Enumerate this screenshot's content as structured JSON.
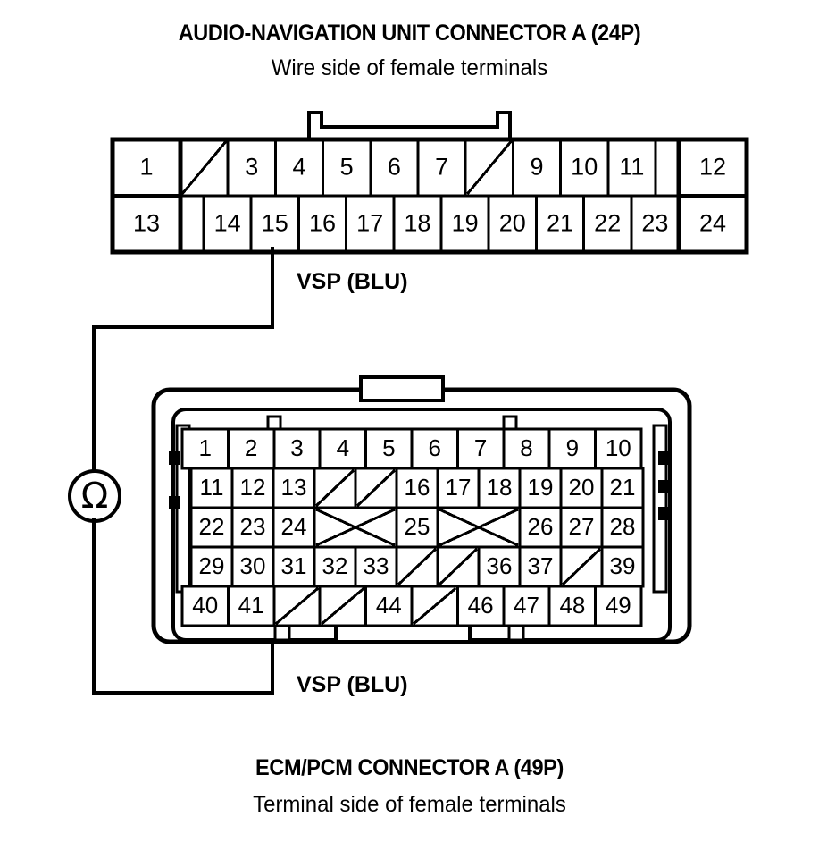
{
  "diagram": {
    "type": "automotive-wiring-connector-test",
    "measurement_device": "ohmmeter"
  },
  "top_connector": {
    "title": "AUDIO-NAVIGATION UNIT CONNECTOR A (24P)",
    "subtitle": "Wire side of female terminals",
    "pin_count": 24,
    "rows": [
      {
        "row": 1,
        "cells": [
          {
            "label": "1",
            "blank": false,
            "mark": "none",
            "wide": true
          },
          {
            "label": "",
            "blank": true,
            "mark": "slash"
          },
          {
            "label": "3",
            "blank": false,
            "mark": "none"
          },
          {
            "label": "4",
            "blank": false,
            "mark": "none"
          },
          {
            "label": "5",
            "blank": false,
            "mark": "none"
          },
          {
            "label": "6",
            "blank": false,
            "mark": "none"
          },
          {
            "label": "7",
            "blank": false,
            "mark": "none"
          },
          {
            "label": "",
            "blank": true,
            "mark": "slash"
          },
          {
            "label": "9",
            "blank": false,
            "mark": "none"
          },
          {
            "label": "10",
            "blank": false,
            "mark": "none"
          },
          {
            "label": "11",
            "blank": false,
            "mark": "none"
          },
          {
            "label": "",
            "blank": true,
            "mark": "empty"
          },
          {
            "label": "12",
            "blank": false,
            "mark": "none",
            "wide": true
          }
        ]
      },
      {
        "row": 2,
        "cells": [
          {
            "label": "13",
            "blank": false,
            "mark": "none",
            "wide": true
          },
          {
            "label": "",
            "blank": true,
            "mark": "empty"
          },
          {
            "label": "14",
            "blank": false,
            "mark": "none"
          },
          {
            "label": "15",
            "blank": false,
            "mark": "none"
          },
          {
            "label": "16",
            "blank": false,
            "mark": "none"
          },
          {
            "label": "17",
            "blank": false,
            "mark": "none"
          },
          {
            "label": "18",
            "blank": false,
            "mark": "none"
          },
          {
            "label": "19",
            "blank": false,
            "mark": "none"
          },
          {
            "label": "20",
            "blank": false,
            "mark": "none"
          },
          {
            "label": "21",
            "blank": false,
            "mark": "none"
          },
          {
            "label": "22",
            "blank": false,
            "mark": "none"
          },
          {
            "label": "23",
            "blank": false,
            "mark": "none"
          },
          {
            "label": "24",
            "blank": false,
            "mark": "none",
            "wide": true
          }
        ]
      }
    ],
    "probe_pin": "15",
    "probe_label": "VSP (BLU)"
  },
  "bottom_connector": {
    "title": "ECM/PCM CONNECTOR A (49P)",
    "subtitle": "Terminal side of female terminals",
    "pin_count": 49,
    "rows": [
      {
        "row": 1,
        "cells": [
          {
            "label": "1",
            "mark": "none"
          },
          {
            "label": "2",
            "mark": "none"
          },
          {
            "label": "3",
            "mark": "none"
          },
          {
            "label": "4",
            "mark": "none"
          },
          {
            "label": "5",
            "mark": "none"
          },
          {
            "label": "6",
            "mark": "none"
          },
          {
            "label": "7",
            "mark": "none"
          },
          {
            "label": "8",
            "mark": "none"
          },
          {
            "label": "9",
            "mark": "none"
          },
          {
            "label": "10",
            "mark": "none"
          }
        ]
      },
      {
        "row": 2,
        "cells": [
          {
            "label": "11",
            "mark": "none"
          },
          {
            "label": "12",
            "mark": "none"
          },
          {
            "label": "13",
            "mark": "none"
          },
          {
            "label": "",
            "mark": "slash"
          },
          {
            "label": "",
            "mark": "slash"
          },
          {
            "label": "16",
            "mark": "none"
          },
          {
            "label": "17",
            "mark": "none"
          },
          {
            "label": "18",
            "mark": "none"
          },
          {
            "label": "19",
            "mark": "none"
          },
          {
            "label": "20",
            "mark": "none"
          },
          {
            "label": "21",
            "mark": "none"
          }
        ]
      },
      {
        "row": 3,
        "cells": [
          {
            "label": "22",
            "mark": "none"
          },
          {
            "label": "23",
            "mark": "none"
          },
          {
            "label": "24",
            "mark": "none"
          },
          {
            "label": "",
            "mark": "cross-wide"
          },
          {
            "label": "25",
            "mark": "none"
          },
          {
            "label": "",
            "mark": "cross-wide"
          },
          {
            "label": "26",
            "mark": "none"
          },
          {
            "label": "27",
            "mark": "none"
          },
          {
            "label": "28",
            "mark": "none"
          }
        ]
      },
      {
        "row": 4,
        "cells": [
          {
            "label": "29",
            "mark": "none"
          },
          {
            "label": "30",
            "mark": "none"
          },
          {
            "label": "31",
            "mark": "none"
          },
          {
            "label": "32",
            "mark": "none"
          },
          {
            "label": "33",
            "mark": "none"
          },
          {
            "label": "",
            "mark": "slash"
          },
          {
            "label": "",
            "mark": "slash"
          },
          {
            "label": "36",
            "mark": "none"
          },
          {
            "label": "37",
            "mark": "none"
          },
          {
            "label": "",
            "mark": "slash"
          },
          {
            "label": "39",
            "mark": "none"
          }
        ]
      },
      {
        "row": 5,
        "cells": [
          {
            "label": "40",
            "mark": "none"
          },
          {
            "label": "41",
            "mark": "none"
          },
          {
            "label": "",
            "mark": "slash"
          },
          {
            "label": "",
            "mark": "slash"
          },
          {
            "label": "44",
            "mark": "none"
          },
          {
            "label": "",
            "mark": "slash"
          },
          {
            "label": "46",
            "mark": "none"
          },
          {
            "label": "47",
            "mark": "none"
          },
          {
            "label": "48",
            "mark": "none"
          },
          {
            "label": "49",
            "mark": "none"
          }
        ]
      }
    ],
    "probe_pin": "41",
    "probe_label": "VSP (BLU)"
  },
  "meter": {
    "symbol": "Ω",
    "name": "ohmmeter"
  },
  "colors": {
    "line": "#000000",
    "background": "#ffffff"
  }
}
